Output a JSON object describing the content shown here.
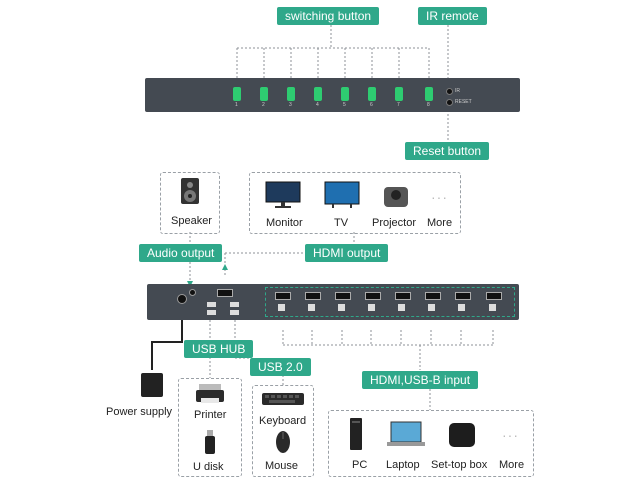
{
  "labels": {
    "switching_button": "switching button",
    "ir_remote": "IR remote",
    "reset_button": "Reset button",
    "audio_output": "Audio output",
    "hdmi_output": "HDMI output",
    "usb_hub": "USB HUB",
    "usb_20": "USB 2.0",
    "hdmi_usbb_input": "HDMI,USB-B input",
    "power_supply": "Power supply",
    "speaker": "Speaker"
  },
  "front_panel": {
    "port_numbers": [
      "1",
      "2",
      "3",
      "4",
      "5",
      "6",
      "7",
      "8"
    ],
    "ir_label": "IR",
    "reset_label": "RESET"
  },
  "outputs": [
    {
      "name": "Monitor",
      "icon": "monitor-icon"
    },
    {
      "name": "TV",
      "icon": "tv-icon"
    },
    {
      "name": "Projector",
      "icon": "projector-icon"
    },
    {
      "name": "More",
      "icon": "ellipsis-icon"
    }
  ],
  "usb_hub_devices": [
    {
      "name": "Printer",
      "icon": "printer-icon"
    },
    {
      "name": "U disk",
      "icon": "usb-disk-icon"
    }
  ],
  "usb2_devices": [
    {
      "name": "Keyboard",
      "icon": "keyboard-icon"
    },
    {
      "name": "Mouse",
      "icon": "mouse-icon"
    }
  ],
  "inputs": [
    {
      "name": "PC",
      "icon": "pc-tower-icon"
    },
    {
      "name": "Laptop",
      "icon": "laptop-icon"
    },
    {
      "name": "Set-top box",
      "icon": "settop-box-icon"
    },
    {
      "name": "More",
      "icon": "ellipsis-icon"
    }
  ],
  "colors": {
    "accent": "#2fa88a",
    "panel": "#444a52",
    "button_green": "#2ecc71"
  }
}
